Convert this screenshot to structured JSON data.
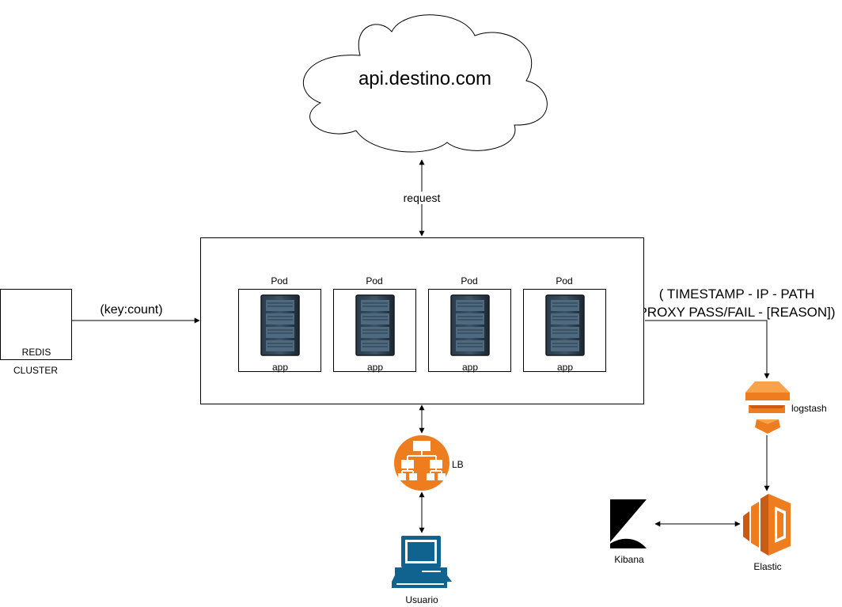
{
  "cloud": {
    "label": "api.destino.com"
  },
  "edges": {
    "request": "request",
    "key_count": "(key:count)",
    "log_line1": "( TIMESTAMP - IP - PATH",
    "log_line2": "PROXY PASS/FAIL - [REASON])"
  },
  "redis": {
    "label": "REDIS",
    "caption": "CLUSTER"
  },
  "pods": [
    {
      "title": "Pod",
      "label": "app"
    },
    {
      "title": "Pod",
      "label": "app"
    },
    {
      "title": "Pod",
      "label": "app"
    },
    {
      "title": "Pod",
      "label": "app"
    }
  ],
  "lb": {
    "label": "LB",
    "color": "#ED7D1F"
  },
  "user": {
    "label": "Usuario",
    "color": "#10628F"
  },
  "logstash": {
    "label": "logstash",
    "color": "#ED7D1F"
  },
  "elastic": {
    "label": "Elastic",
    "color": "#ED7D1F"
  },
  "kibana": {
    "label": "Kibana"
  }
}
